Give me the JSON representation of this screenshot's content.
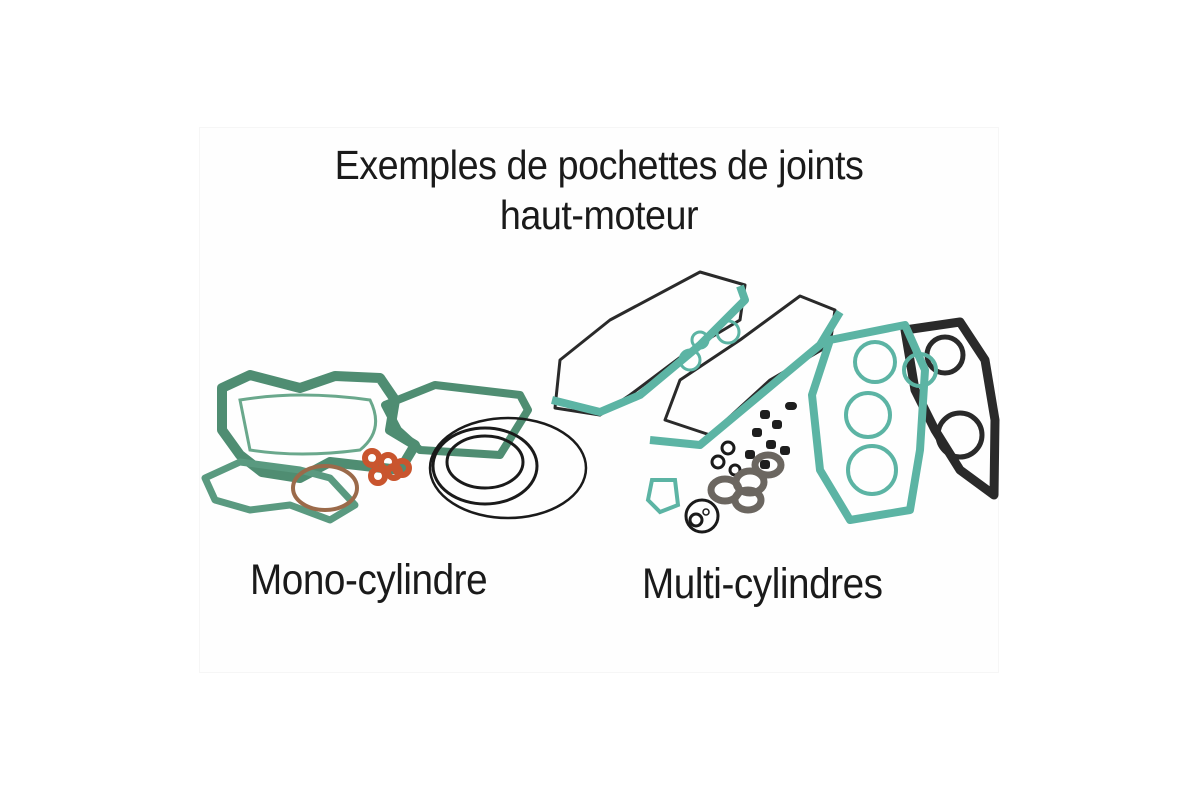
{
  "title": {
    "line1": "Exemples de pochettes de joints",
    "line2": "haut-moteur"
  },
  "labels": {
    "mono": "Mono-cylindre",
    "multi": "Multi-cylindres"
  },
  "colors": {
    "mono_gasket": "#4f8d72",
    "multi_gasket": "#5cb4a4",
    "head_gasket": "#2a2a2a",
    "copper_washer": "#c9552e",
    "o_ring": "#1a1a1a"
  }
}
